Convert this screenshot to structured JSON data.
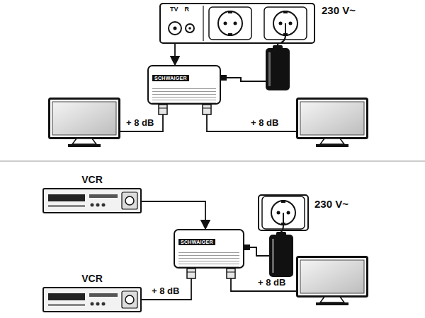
{
  "diagram": {
    "nodes": [
      {
        "text": [
          "TV",
          "R"
        ]
      },
      {
        "text": [
          "SCHWAIGER"
        ]
      },
      {
        "text": [
          "VCR"
        ]
      },
      {
        "text": [
          "SCHWAIGER"
        ]
      },
      {
        "text": [
          "VCR"
        ]
      }
    ],
    "edges": [
      {
        "from": 0,
        "to": 1,
        "arrow": "to"
      },
      {
        "from": 2,
        "to": 3,
        "arrow": "to"
      },
      {
        "from": 3,
        "to": 4,
        "label": "+ 8 dB",
        "arrow": "none"
      }
    ],
    "labels": [
      "230 V~",
      "+ 8 dB",
      "+ 8 dB",
      "230 V~",
      "+ 8 dB"
    ]
  }
}
